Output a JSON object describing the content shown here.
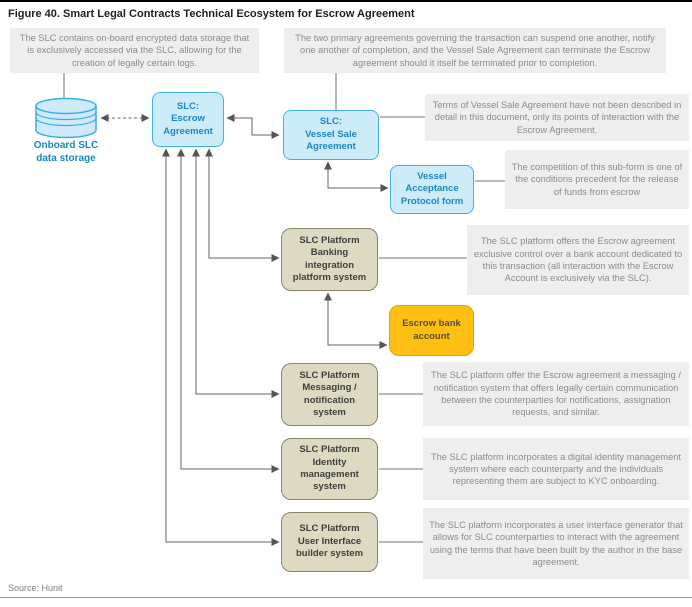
{
  "title": "Figure 40. Smart Legal Contracts Technical Ecosystem for Escrow Agreement",
  "source": "Source: Hunit",
  "callouts": {
    "storage": "The SLC contains on-board encrypted data storage that is exclusively accessed via the SLC, allowing for the creation of legally certain logs.",
    "primary_agreements": "The two primary agreements governing the transaction can suspend one another, notify one another of completion, and the Vessel Sale Agreement can terminate the Escrow agreement should it itself be terminated prior to completion.",
    "vessel_terms": "Terms of Vessel Sale Agreement have not been described in detail in this document, only its points of interaction with the Escrow Agreement.",
    "acceptance_condition": "The competition of this sub-form is one of the conditions precedent for the release of funds from escrow",
    "banking": "The SLC platform offers the Escrow agreement exclusive control over a bank account dedicated to this transaction (all interaction with the Escrow Account is exclusively via the SLC).",
    "messaging": "The SLC platform offer the Escrow agreement a messaging / notification system that offers legally certain communication between the counterparties for notifications, assignation requests, and similar.",
    "identity": "The SLC platform incorporates a digital identity management system where each counterparty and the individuals representing them are subject to KYC onboarding.",
    "ui_builder": "The SLC platform incorporates a user interface generator that allows for SLC counterparties to interact with the agreement using the terms that have been built by the author in the base agreement."
  },
  "nodes": {
    "storage": {
      "label": [
        "Onboard SLC",
        "data storage"
      ]
    },
    "escrow": {
      "label": [
        "SLC:",
        "Escrow",
        "Agreement"
      ]
    },
    "vessel_sale": {
      "label": [
        "SLC:",
        "Vessel Sale",
        "Agreement"
      ]
    },
    "acceptance": {
      "label": [
        "Vessel",
        "Acceptance",
        "Protocol form"
      ]
    },
    "banking": {
      "label": [
        "SLC Platform",
        "Banking",
        "integration",
        "platform system"
      ]
    },
    "bank_account": {
      "label": [
        "Escrow bank",
        "account"
      ]
    },
    "messaging": {
      "label": [
        "SLC Platform",
        "Messaging /",
        "notification",
        "system"
      ]
    },
    "identity": {
      "label": [
        "SLC Platform",
        "Identity",
        "management",
        "system"
      ]
    },
    "ui_builder": {
      "label": [
        "SLC Platform",
        "User Interface",
        "builder system"
      ]
    }
  },
  "colors": {
    "agreement_fill": "#cdecfa",
    "agreement_border": "#41b2e3",
    "agreement_text": "#1b86c5",
    "platform_fill": "#ddd9c3",
    "platform_border": "#8a8668",
    "bank_fill": "#fcbf12",
    "note_fill": "#eeeeee",
    "note_text": "#8c8c8c",
    "connector": "#666666"
  }
}
